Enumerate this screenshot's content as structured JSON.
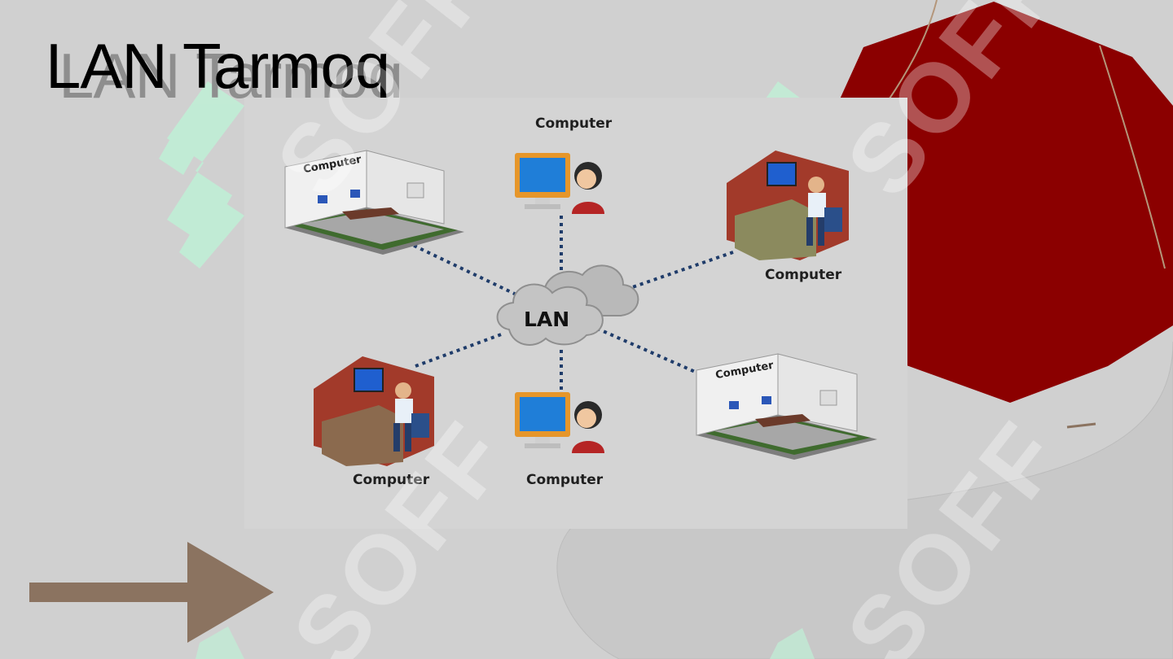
{
  "slide": {
    "title": "LAN Tarmoq",
    "watermark_text": "SOFF"
  },
  "diagram": {
    "hub_label": "LAN",
    "nodes": [
      {
        "id": "top-left-room",
        "label": "Computer",
        "icon": "office-room-icon"
      },
      {
        "id": "top-center-user",
        "label": "Computer",
        "icon": "user-computer-icon"
      },
      {
        "id": "top-right-cubicle",
        "label": "Computer",
        "icon": "cubicle-worker-icon"
      },
      {
        "id": "bottom-left-cubicle",
        "label": "Computer",
        "icon": "cubicle-worker-icon"
      },
      {
        "id": "bottom-center-user",
        "label": "Computer",
        "icon": "user-computer-icon"
      },
      {
        "id": "bottom-right-room",
        "label": "Computer",
        "icon": "office-room-icon"
      }
    ]
  },
  "colors": {
    "background": "#d0d0d0",
    "accent_red": "#8b0000",
    "arrow_brown": "#8b7360",
    "link_blue": "#1f3c6a",
    "watermark_green": "#bff0d6"
  }
}
